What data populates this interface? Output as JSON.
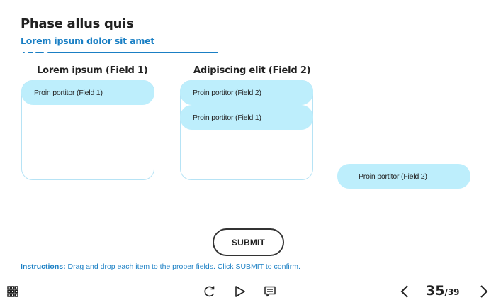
{
  "header": {
    "title": "Phase allus quis",
    "subtitle": "Lorem ipsum dolor sit amet"
  },
  "fields": [
    {
      "label": "Lorem ipsum (Field 1)",
      "items": [
        "Proin portitor (Field 1)"
      ]
    },
    {
      "label": "Adipiscing elit (Field 2)",
      "items": [
        "Proin portitor (Field 2)",
        "Proin portitor (Field 1)"
      ]
    }
  ],
  "unplaced_items": [
    "Proin portitor (Field 2)"
  ],
  "submit_label": "SUBMIT",
  "instructions": {
    "prefix": "Instructions:",
    "text": " Drag and drop each item to the proper fields. Click SUBMIT to confirm."
  },
  "footer": {
    "menu_icon": "grid-menu-icon",
    "replay_icon": "replay-icon",
    "play_icon": "play-icon",
    "captions_icon": "captions-icon",
    "prev_icon": "chevron-left-icon",
    "next_icon": "chevron-right-icon",
    "current_page": "35",
    "total_pages": "/39"
  },
  "colors": {
    "accent": "#1a7fc4",
    "item_bg": "#bdeefc",
    "zone_border": "#b6e3f5",
    "text": "#222222"
  }
}
